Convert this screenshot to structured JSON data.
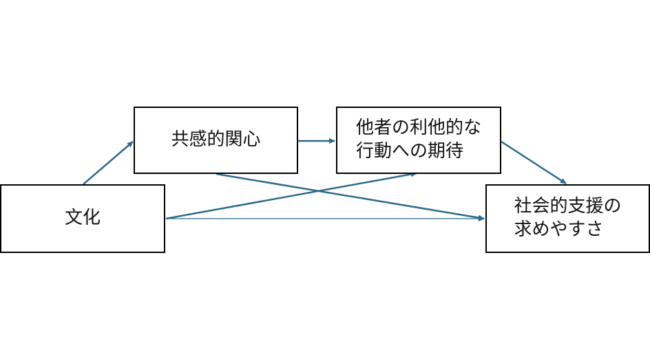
{
  "nodes": {
    "culture": "文化",
    "empathic_concern": "共感的関心",
    "expectation": "他者の利他的な\n行動への期待",
    "support_seeking": "社会的支援の\n求めやすさ"
  },
  "edges": [
    {
      "from": "culture",
      "to": "empathic_concern"
    },
    {
      "from": "empathic_concern",
      "to": "expectation"
    },
    {
      "from": "expectation",
      "to": "support_seeking"
    },
    {
      "from": "empathic_concern",
      "to": "support_seeking"
    },
    {
      "from": "culture",
      "to": "expectation"
    },
    {
      "from": "culture",
      "to": "support_seeking"
    }
  ],
  "colors": {
    "arrow": "#2b6a8a",
    "border": "#000000"
  }
}
